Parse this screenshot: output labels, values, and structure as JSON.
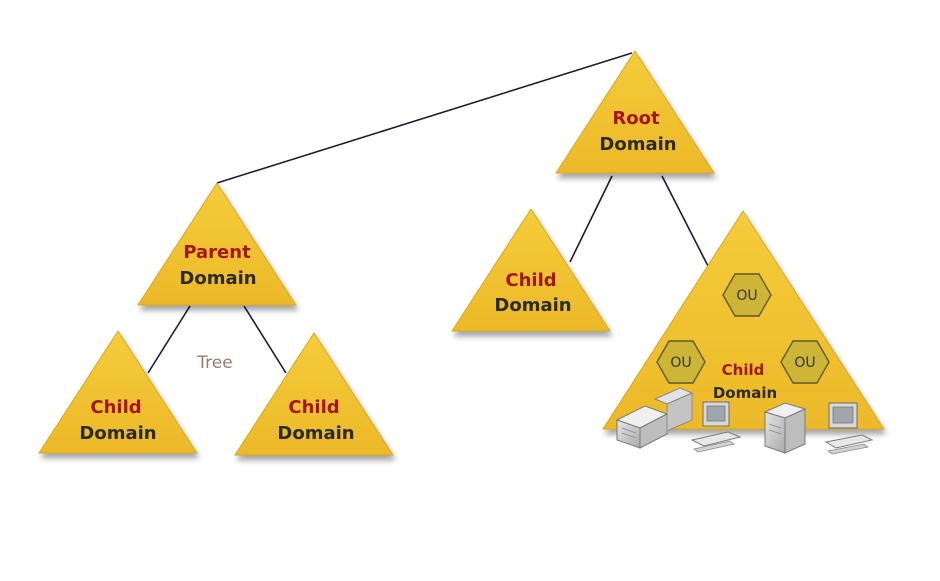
{
  "colors": {
    "triangle_fill": "#f0c330",
    "triangle_edge": "#d9a81c",
    "ou_fill": "#cdb536",
    "ou_stroke": "#5e5a2c",
    "connector": "#1b1a3a",
    "red_text": "#a3161a",
    "dark_text": "#2b2b2b"
  },
  "nodes": {
    "root": {
      "line1": "Root",
      "line2": "Domain"
    },
    "parent": {
      "line1": "Parent",
      "line2": "Domain"
    },
    "child_left": {
      "line1": "Child",
      "line2": "Domain"
    },
    "child_middle": {
      "line1": "Child",
      "line2": "Domain"
    },
    "child_upper_right": {
      "line1": "Child",
      "line2": "Domain"
    },
    "child_ou": {
      "line1": "Child",
      "line2": "Domain"
    }
  },
  "tree_label": "Tree",
  "ou": [
    "OU",
    "OU",
    "OU"
  ],
  "computer_icons": [
    "server-icon",
    "computer-icon",
    "server-icon",
    "computer-icon"
  ]
}
